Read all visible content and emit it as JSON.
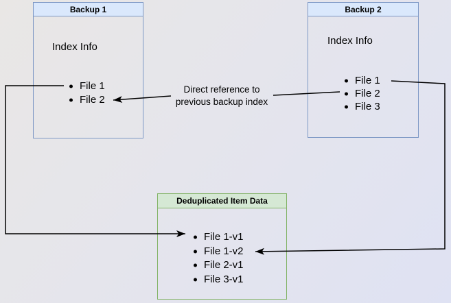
{
  "diagram": {
    "backup1": {
      "title": "Backup 1",
      "section_label": "Index Info",
      "files": [
        "File 1",
        "File 2"
      ]
    },
    "backup2": {
      "title": "Backup 2",
      "section_label": "Index Info",
      "files": [
        "File 1",
        "File 2",
        "File 3"
      ]
    },
    "dedup": {
      "title": "Deduplicated Item Data",
      "files": [
        "File 1-v1",
        "File 1-v2",
        "File 2-v1",
        "File 3-v1"
      ]
    },
    "edge_label": {
      "line1": "Direct reference to",
      "line2": "previous backup index"
    }
  },
  "colors": {
    "blue_fill": "#dae8fc",
    "blue_border": "#7b96c4",
    "green_fill": "#d5e8d4",
    "green_border": "#82b366",
    "arrow": "#000000",
    "bg_start": "#e9e7e5",
    "bg_end": "#dfe2f3"
  }
}
